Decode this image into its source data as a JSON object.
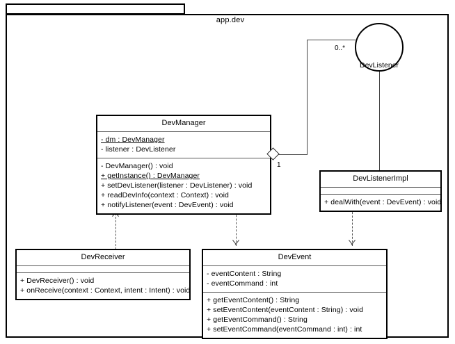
{
  "package": {
    "label": "app.dev",
    "tab_label": ""
  },
  "classes": [
    {
      "id": "dev-manager",
      "name": "DevManager",
      "attributes": [
        {
          "text": "- dm : DevManager",
          "static": true
        },
        {
          "text": "- listener : DevListener",
          "static": false
        }
      ],
      "operations": [
        {
          "text": "- DevManager() : void",
          "static": false
        },
        {
          "text": "+ getInstance() : DevManager",
          "static": true
        },
        {
          "text": "+ setDevListener(listener : DevListener) : void",
          "static": false
        },
        {
          "text": "+ readDevInfo(context : Context) : void",
          "static": false
        },
        {
          "text": "+ notifyListener(event : DevEvent) : void",
          "static": false
        }
      ]
    },
    {
      "id": "dev-listener-impl",
      "name": "DevListenerImpl",
      "attributes": [],
      "operations": [
        {
          "text": "+ dealWith(event : DevEvent) : void",
          "static": false
        }
      ]
    },
    {
      "id": "dev-receiver",
      "name": "DevReceiver",
      "attributes": [],
      "operations": [
        {
          "text": "+ DevReceiver() : void",
          "static": false
        },
        {
          "text": "+ onReceive(context : Context, intent : Intent) : void",
          "static": false
        }
      ]
    },
    {
      "id": "dev-event",
      "name": "DevEvent",
      "attributes": [
        {
          "text": "- eventContent : String",
          "static": false
        },
        {
          "text": "- eventCommand : int",
          "static": false
        }
      ],
      "operations": [
        {
          "text": "+ getEventContent() : String",
          "static": false
        },
        {
          "text": "+ setEventContent(eventContent : String) : void",
          "static": false
        },
        {
          "text": "+ getEventCommand() : String",
          "static": false
        },
        {
          "text": "+ setEventCommand(eventCommand : int) : int",
          "static": false
        }
      ]
    }
  ],
  "interface": {
    "name": "DevListener"
  },
  "relationships": {
    "aggregation_multiplicity_target": "0..*",
    "aggregation_multiplicity_source": "1"
  },
  "colors": {
    "line": "#000000",
    "background": "#ffffff",
    "dashed": "#555555"
  }
}
